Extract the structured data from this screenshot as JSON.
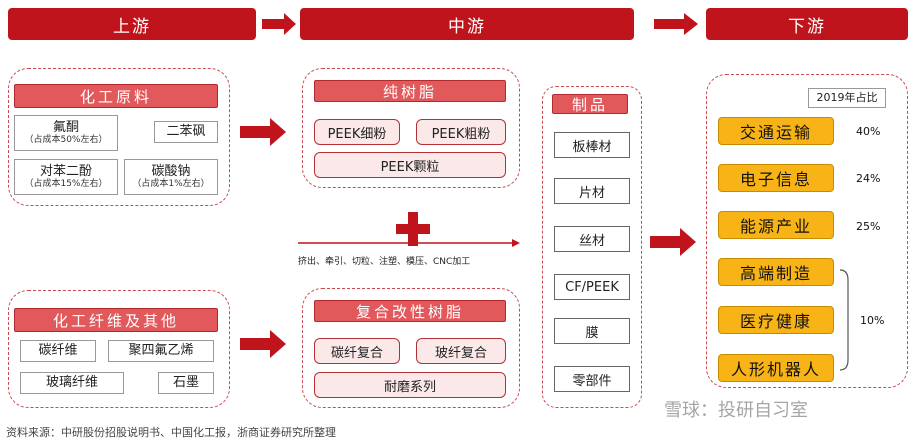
{
  "stages": {
    "upstream": "上游",
    "midstream": "中游",
    "downstream": "下游"
  },
  "upstream": {
    "group1": {
      "title": "化工原料",
      "items": [
        {
          "name": "氟酮",
          "note": "（占成本50%左右）"
        },
        {
          "name": "二苯砜",
          "note": ""
        },
        {
          "name": "对苯二酚",
          "note": "（占成本15%左右）"
        },
        {
          "name": "碳酸钠",
          "note": "（占成本1%左右）"
        }
      ]
    },
    "group2": {
      "title": "化工纤维及其他",
      "items": [
        "碳纤维",
        "聚四氟乙烯",
        "玻璃纤维",
        "石墨"
      ]
    }
  },
  "midstream": {
    "pure": {
      "title": "纯树脂",
      "items": [
        "PEEK细粉",
        "PEEK粗粉",
        "PEEK颗粒"
      ]
    },
    "process": "挤出、牵引、切粒、注塑、模压、CNC加工",
    "composite": {
      "title": "复合改性树脂",
      "items": [
        "碳纤复合",
        "玻纤复合",
        "耐磨系列"
      ]
    }
  },
  "products": {
    "title": "制品",
    "items": [
      "板棒材",
      "片材",
      "丝材",
      "CF/PEEK",
      "膜",
      "零部件"
    ]
  },
  "downstream": {
    "share_title": "2019年占比",
    "apps": [
      "交通运输",
      "电子信息",
      "能源产业",
      "高端制造",
      "医疗健康",
      "人形机器人"
    ],
    "shares": [
      "40%",
      "24%",
      "25%",
      "10%"
    ]
  },
  "footer": "资料来源：中研股份招股说明书、中国化工报，浙商证券研究所整理",
  "watermark": "雪球：投研自习室",
  "colors": {
    "banner": "#c0141c",
    "header": "#e2595c",
    "accent_gold": "#f8b417",
    "arrow": "#c0141c"
  }
}
